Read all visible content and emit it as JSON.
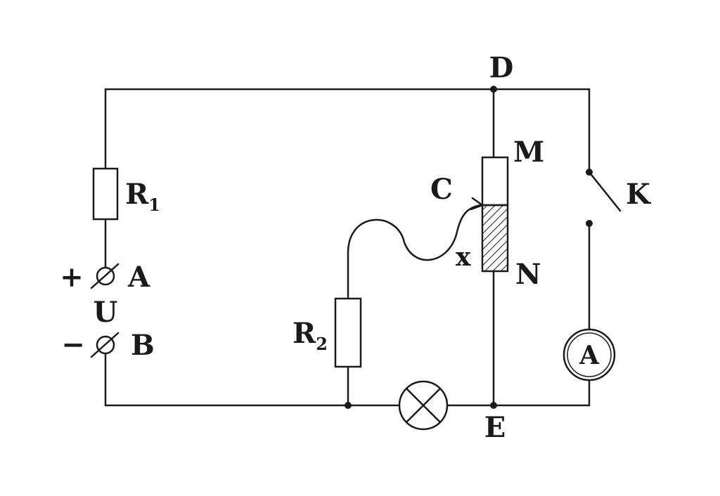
{
  "labels": {
    "D": "D",
    "E": "E",
    "M": "M",
    "N": "N",
    "C": "C",
    "x": "x",
    "K": "K",
    "A": "A",
    "B": "B",
    "U": "U",
    "plus": "+",
    "minus": "−",
    "R1": "R",
    "R1_sub": "1",
    "R2": "R",
    "R2_sub": "2",
    "ammeter": "A"
  }
}
